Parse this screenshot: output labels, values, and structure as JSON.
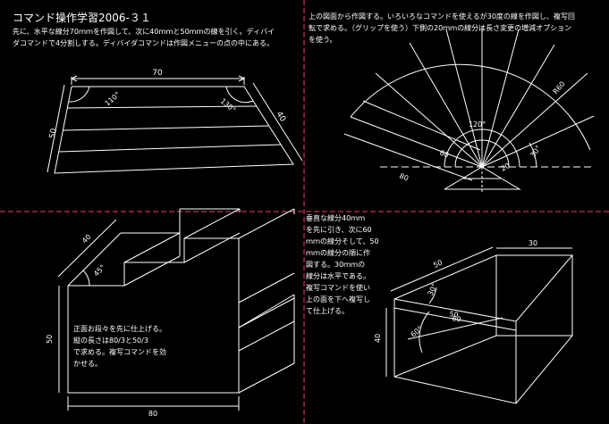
{
  "title": "コマンド操作学習2006-３１",
  "panel_tl": {
    "instructions": [
      "先に、水平な線分70ｍｍを作図して、次に40ｍｍと50ｍｍの線を引く。ディバイ",
      "ダコマンドで4分割しする。ディバイダコマンドは作図メニューの点の中にある。"
    ],
    "dims": {
      "top": "70",
      "left": "50",
      "right": "40",
      "angle_left": "110°",
      "angle_right": "130°"
    }
  },
  "panel_tr": {
    "instructions": [
      "上の図面から作図する。いろいろなコマンドを使えるが30度の線を作図し、複写回",
      "転で求める。（グリップを使う）下側の20ｍｍの線分は長さ変更の増減オプション",
      "を使う。"
    ],
    "dims": {
      "radius": "R60",
      "angle_center": "120°",
      "angle_right": "30°",
      "len_60": "60",
      "len_80": "80",
      "len_20": "20"
    }
  },
  "panel_bl": {
    "note": [
      "正面お段々を先に仕上げる。",
      "縦の長さは80/3と50/3",
      "で求める。複写コマンドを効",
      "かせる。"
    ],
    "dims": {
      "depth": "40",
      "angle": "45°",
      "height": "50",
      "width": "80"
    }
  },
  "panel_br": {
    "note": [
      "垂直な線分40ｍｍ",
      "を先に引き、次に60",
      "ｍｍの線分そして、50",
      "ｍｍの線分の順に作",
      "図する。30ｍｍの",
      "線分は水平である。",
      "複写コマンドを使い",
      "上の面を下へ複写し",
      "て仕上げる。"
    ],
    "dims": {
      "top_len": "50",
      "right_len": "30",
      "vertical": "40",
      "diag": "60",
      "slope": "50",
      "angle_small": "30°",
      "angle_large": "60°"
    }
  },
  "colors": {
    "background": "#000000",
    "lines": "#ffffff",
    "divider": "#ff3377"
  }
}
